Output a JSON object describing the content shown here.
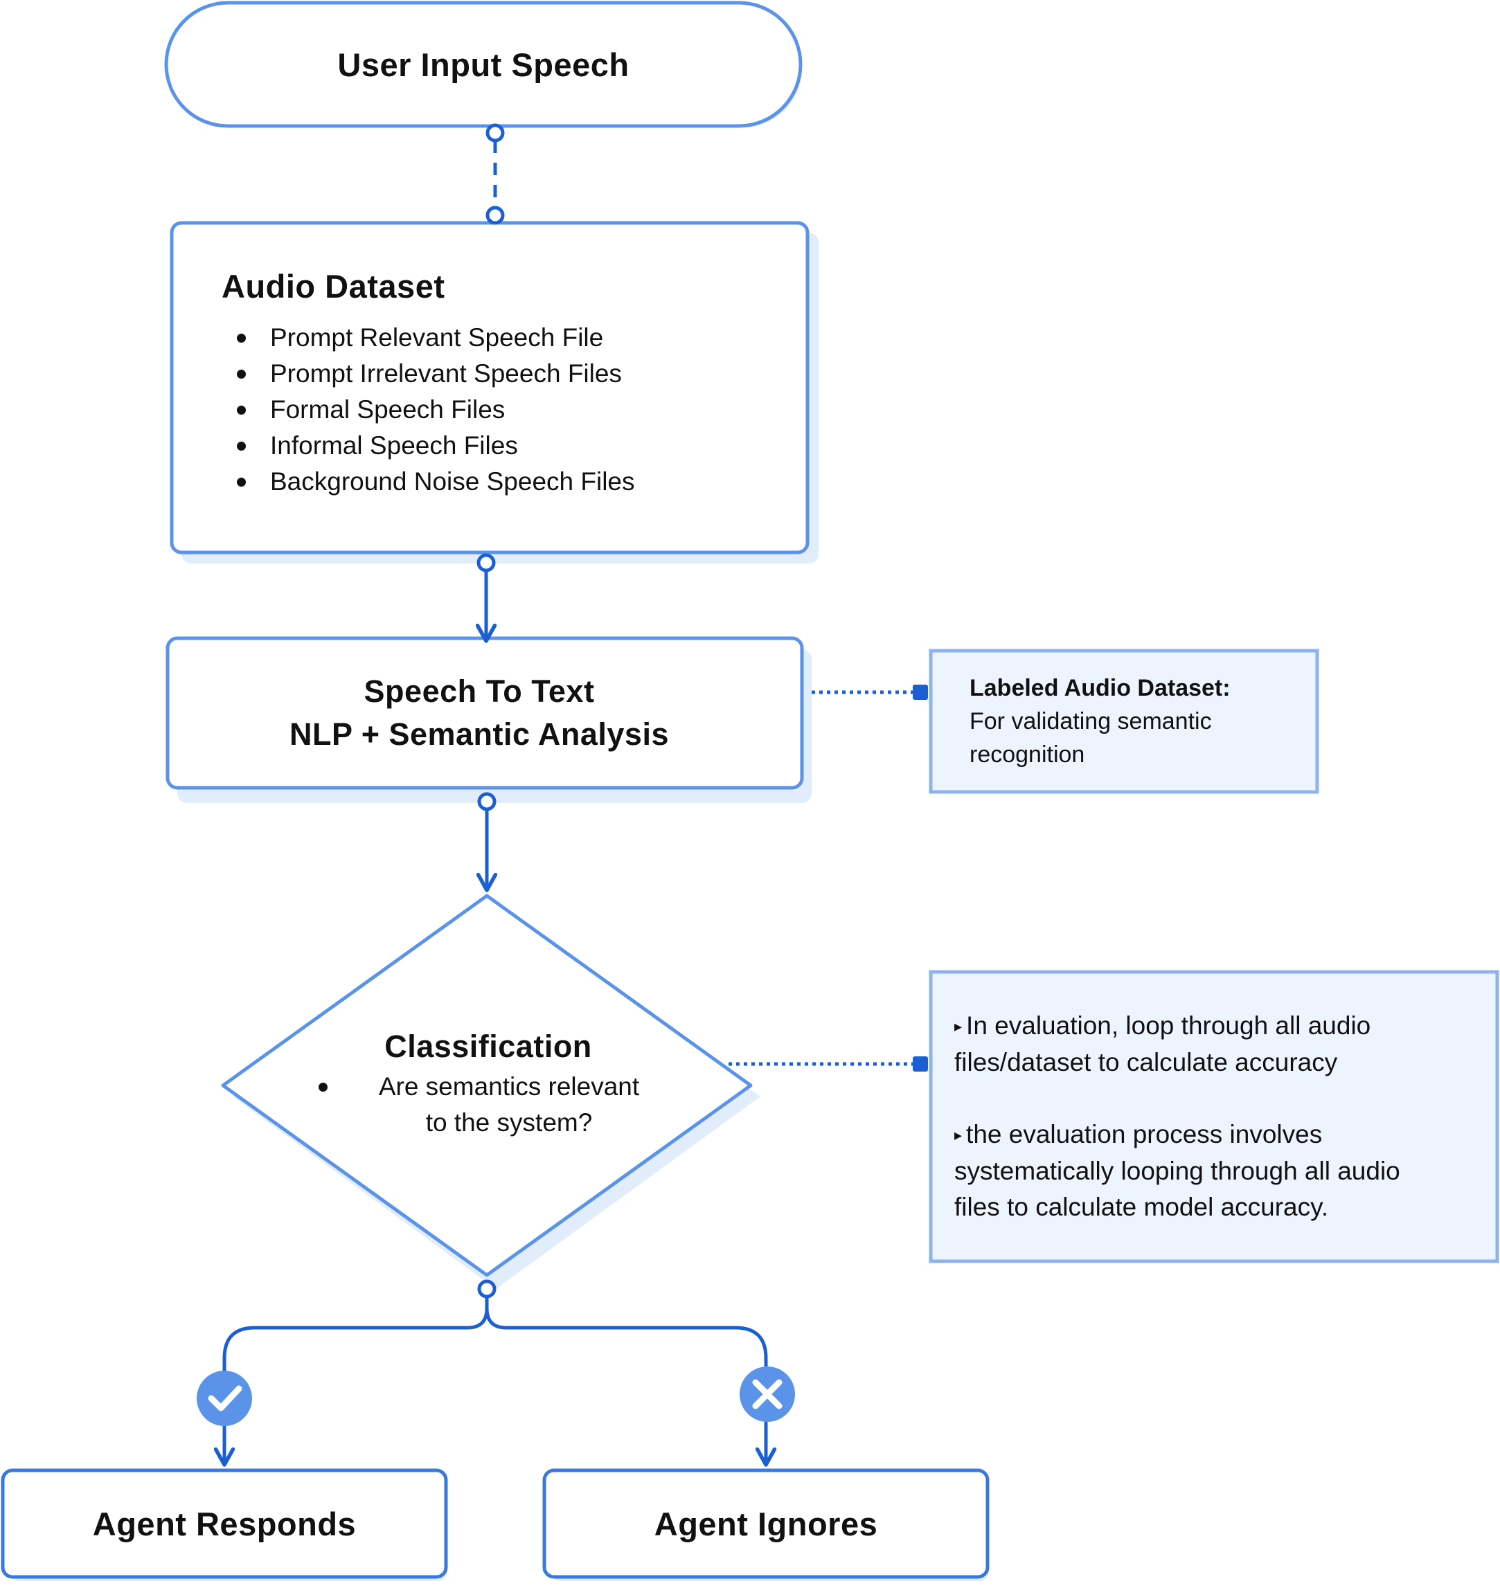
{
  "colors": {
    "node_border": "#5b93e8",
    "shadow": "#e1edfb",
    "connector": "#1b5fd0",
    "note_fill": "#eef4fd",
    "note_border": "#8db2ec",
    "badge_fill": "#5b93e8",
    "text": "#111111"
  },
  "nodes": {
    "start": {
      "label": "User Input Speech"
    },
    "audio_dataset": {
      "title": "Audio Dataset",
      "items": [
        "Prompt Relevant Speech File",
        "Prompt Irrelevant Speech Files",
        "Formal Speech Files",
        "Informal Speech Files",
        "Background Noise Speech Files"
      ]
    },
    "speech_to_text": {
      "line1": "Speech To Text",
      "line2": "NLP + Semantic Analysis"
    },
    "classification": {
      "title": "Classification",
      "question_line1": "Are semantics relevant",
      "question_line2": "to the system?"
    },
    "agent_responds": {
      "label": "Agent Responds"
    },
    "agent_ignores": {
      "label": "Agent Ignores"
    }
  },
  "notes": {
    "labeled_dataset": {
      "heading": "Labeled Audio Dataset:",
      "line1": "For validating semantic",
      "line2": "recognition"
    },
    "evaluation": {
      "p1_line1": "In evaluation, loop through all audio",
      "p1_line2": "files/dataset to calculate accuracy",
      "p2_line1": "the evaluation process involves",
      "p2_line2": "systematically looping through all audio",
      "p2_line3": "files to calculate model accuracy."
    }
  },
  "icons": {
    "yes_branch": "check-icon",
    "no_branch": "cross-icon",
    "bullet_marker": "triangle-bullet-icon"
  }
}
